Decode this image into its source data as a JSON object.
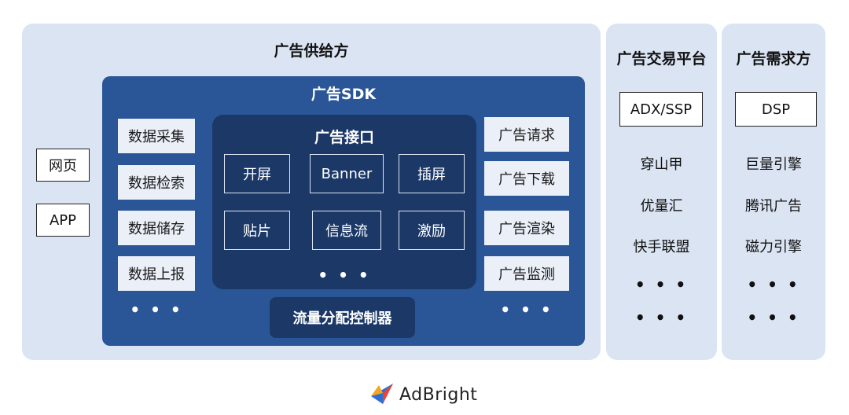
{
  "supplier": {
    "title": "广告供给方",
    "sources": [
      "网页",
      "APP"
    ],
    "sdk": {
      "title": "广告SDK",
      "left_items": [
        "数据采集",
        "数据检索",
        "数据储存",
        "数据上报"
      ],
      "left_more": "• • •",
      "interface": {
        "title": "广告接口",
        "items": [
          "开屏",
          "Banner",
          "插屏",
          "贴片",
          "信息流",
          "激励"
        ],
        "more": "• • •"
      },
      "right_items": [
        "广告请求",
        "广告下载",
        "广告渲染",
        "广告监测"
      ],
      "right_more": "• • •",
      "controller": "流量分配控制器"
    }
  },
  "exchange": {
    "title": "广告交易平台",
    "box": "ADX/SSP",
    "items": [
      "穿山甲",
      "优量汇",
      "快手联盟"
    ],
    "more": [
      "• • •",
      "• • •"
    ]
  },
  "demand": {
    "title": "广告需求方",
    "box": "DSP",
    "items": [
      "巨量引擎",
      "腾讯广告",
      "磁力引擎"
    ],
    "more": [
      "• • •",
      "• • •"
    ]
  },
  "brand": {
    "name": "AdBright",
    "logo_icon": "adbright-bird-logo-icon",
    "colors": {
      "orange": "#f5a623",
      "red": "#e8443a",
      "blue": "#2f6fd1"
    }
  }
}
